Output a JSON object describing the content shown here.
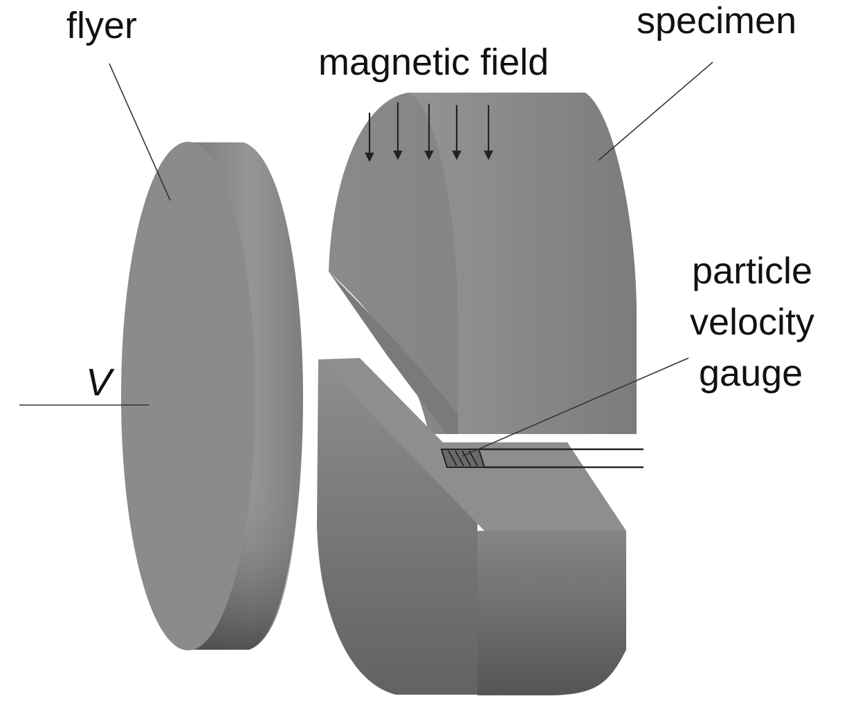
{
  "labels": {
    "flyer": "flyer",
    "magnetic_field": "magnetic field",
    "specimen": "specimen",
    "gauge_line1": "particle",
    "gauge_line2": "velocity",
    "gauge_line3": "gauge",
    "velocity": "V"
  },
  "colors": {
    "body_gray": "#8a8a8a",
    "body_dark": "#5e5e5e",
    "leader_line": "#333333",
    "text": "#111111"
  }
}
